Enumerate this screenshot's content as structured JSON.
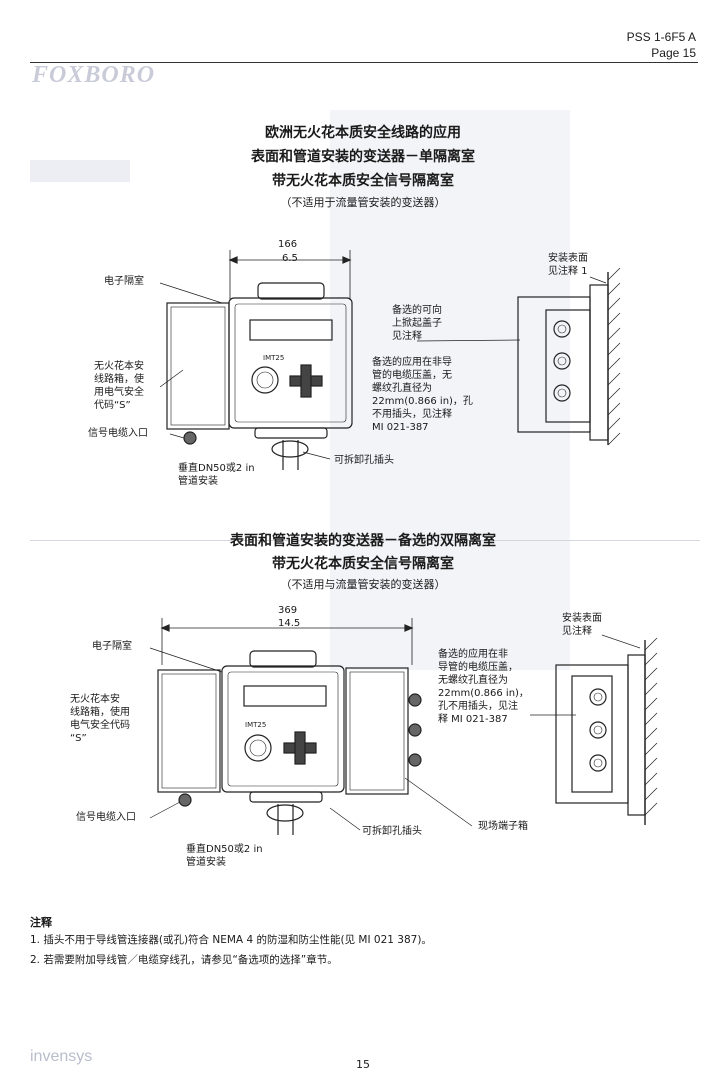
{
  "header": {
    "doc_id": "PSS 1-6F5 A",
    "page_label": "Page 15"
  },
  "background": {
    "brand_ghost": "FOXBORO"
  },
  "section1": {
    "title_line1": "欧洲无火花本质安全线路的应用",
    "title_line2": "表面和管道安装的变送器－单隔离室",
    "title_line3": "带无火花本质安全信号隔离室",
    "subtitle": "（不适用于流量管安装的变送器）",
    "dim_mm": "166",
    "dim_in": "6.5",
    "labels": {
      "electronics": "电子隔室",
      "junction_box": [
        "无火花本安",
        "线路箱，使",
        "用电气安全",
        "代码“S”"
      ],
      "signal_entry": "信号电缆入口",
      "mounting": [
        "垂直DN50或2 in",
        "管道安装"
      ],
      "plug": "可拆卸孔插头",
      "cover_option": [
        "备选的可向",
        "上掀起盖子",
        "见注释"
      ],
      "gland_option": [
        "备选的应用在非导",
        "管的电缆压盖，无",
        "螺纹孔直径为",
        "22mm(0.866 in)，孔",
        "不用插头，见注释",
        "MI 021-387"
      ],
      "surface": [
        "安装表面",
        "见注释 1"
      ]
    }
  },
  "section2": {
    "title_line1": "表面和管道安装的变送器－备选的双隔离室",
    "title_line2": "带无火花本质安全信号隔离室",
    "subtitle": "（不适用与流量管安装的变送器）",
    "dim_mm": "369",
    "dim_in": "14.5",
    "labels": {
      "electronics": "电子隔室",
      "junction_box": [
        "无火花本安",
        "线路箱，使用",
        "电气安全代码",
        "“S”"
      ],
      "signal_entry": "信号电缆入口",
      "mounting": [
        "垂直DN50或2 in",
        "管道安装"
      ],
      "plug": "可拆卸孔插头",
      "field_terminal": "现场端子箱",
      "gland_option": [
        "备选的应用在非",
        "导管的电缆压盖，",
        "无螺纹孔直径为",
        "22mm(0.866 in)，",
        "孔不用插头，见注",
        "释 MI 021-387"
      ],
      "surface": [
        "安装表面",
        "见注释"
      ]
    }
  },
  "device": {
    "model": "IMT25"
  },
  "notes": {
    "heading": "注释",
    "items": [
      "1. 插头不用于导线管连接器(或孔)符合 NEMA 4 的防湿和防尘性能(见 MI 021 387)。",
      "2. 若需要附加导线管／电缆穿线孔，请参见“备选项的选择”章节。"
    ]
  },
  "footer": {
    "page_number": "15",
    "brand": "invensys"
  }
}
